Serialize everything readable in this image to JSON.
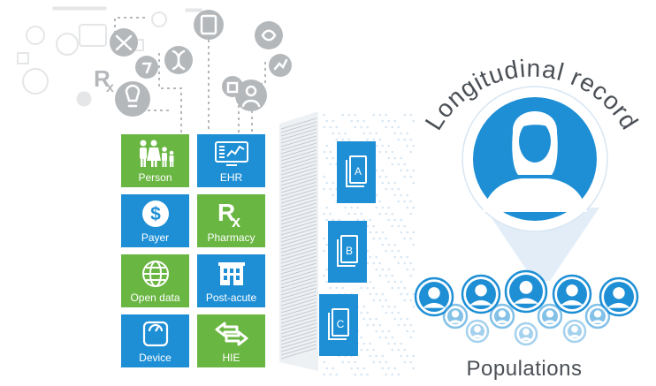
{
  "colors": {
    "green": "#6ab643",
    "blue": "#1e8fd5",
    "gray": "#b5b8bb",
    "dark_text": "#4a4f55"
  },
  "tiles": [
    {
      "label": "Person",
      "icon": "family-icon",
      "color": "green"
    },
    {
      "label": "EHR",
      "icon": "ehr-monitor-icon",
      "color": "blue"
    },
    {
      "label": "Payer",
      "icon": "dollar-icon",
      "color": "blue"
    },
    {
      "label": "Pharmacy",
      "icon": "rx-icon",
      "color": "green"
    },
    {
      "label": "Open data",
      "icon": "globe-icon",
      "color": "green"
    },
    {
      "label": "Post-acute",
      "icon": "building-icon",
      "color": "blue"
    },
    {
      "label": "Device",
      "icon": "scale-icon",
      "color": "blue"
    },
    {
      "label": "HIE",
      "icon": "exchange-arrows-icon",
      "color": "green"
    }
  ],
  "documents": [
    "A",
    "B",
    "C"
  ],
  "longitudinal": {
    "title": "Longitudinal record",
    "icon": "person-silhouette-icon"
  },
  "populations": {
    "label": "Populations",
    "icon": "people-group-icon"
  },
  "top_icons": [
    "wrench-icon",
    "dna-icon",
    "doctor-icon",
    "rx-icon",
    "lightbulb-icon",
    "trophy-icon",
    "chart-icon",
    "hands-heart-icon",
    "medical-book-icon",
    "inhaler-icon"
  ]
}
